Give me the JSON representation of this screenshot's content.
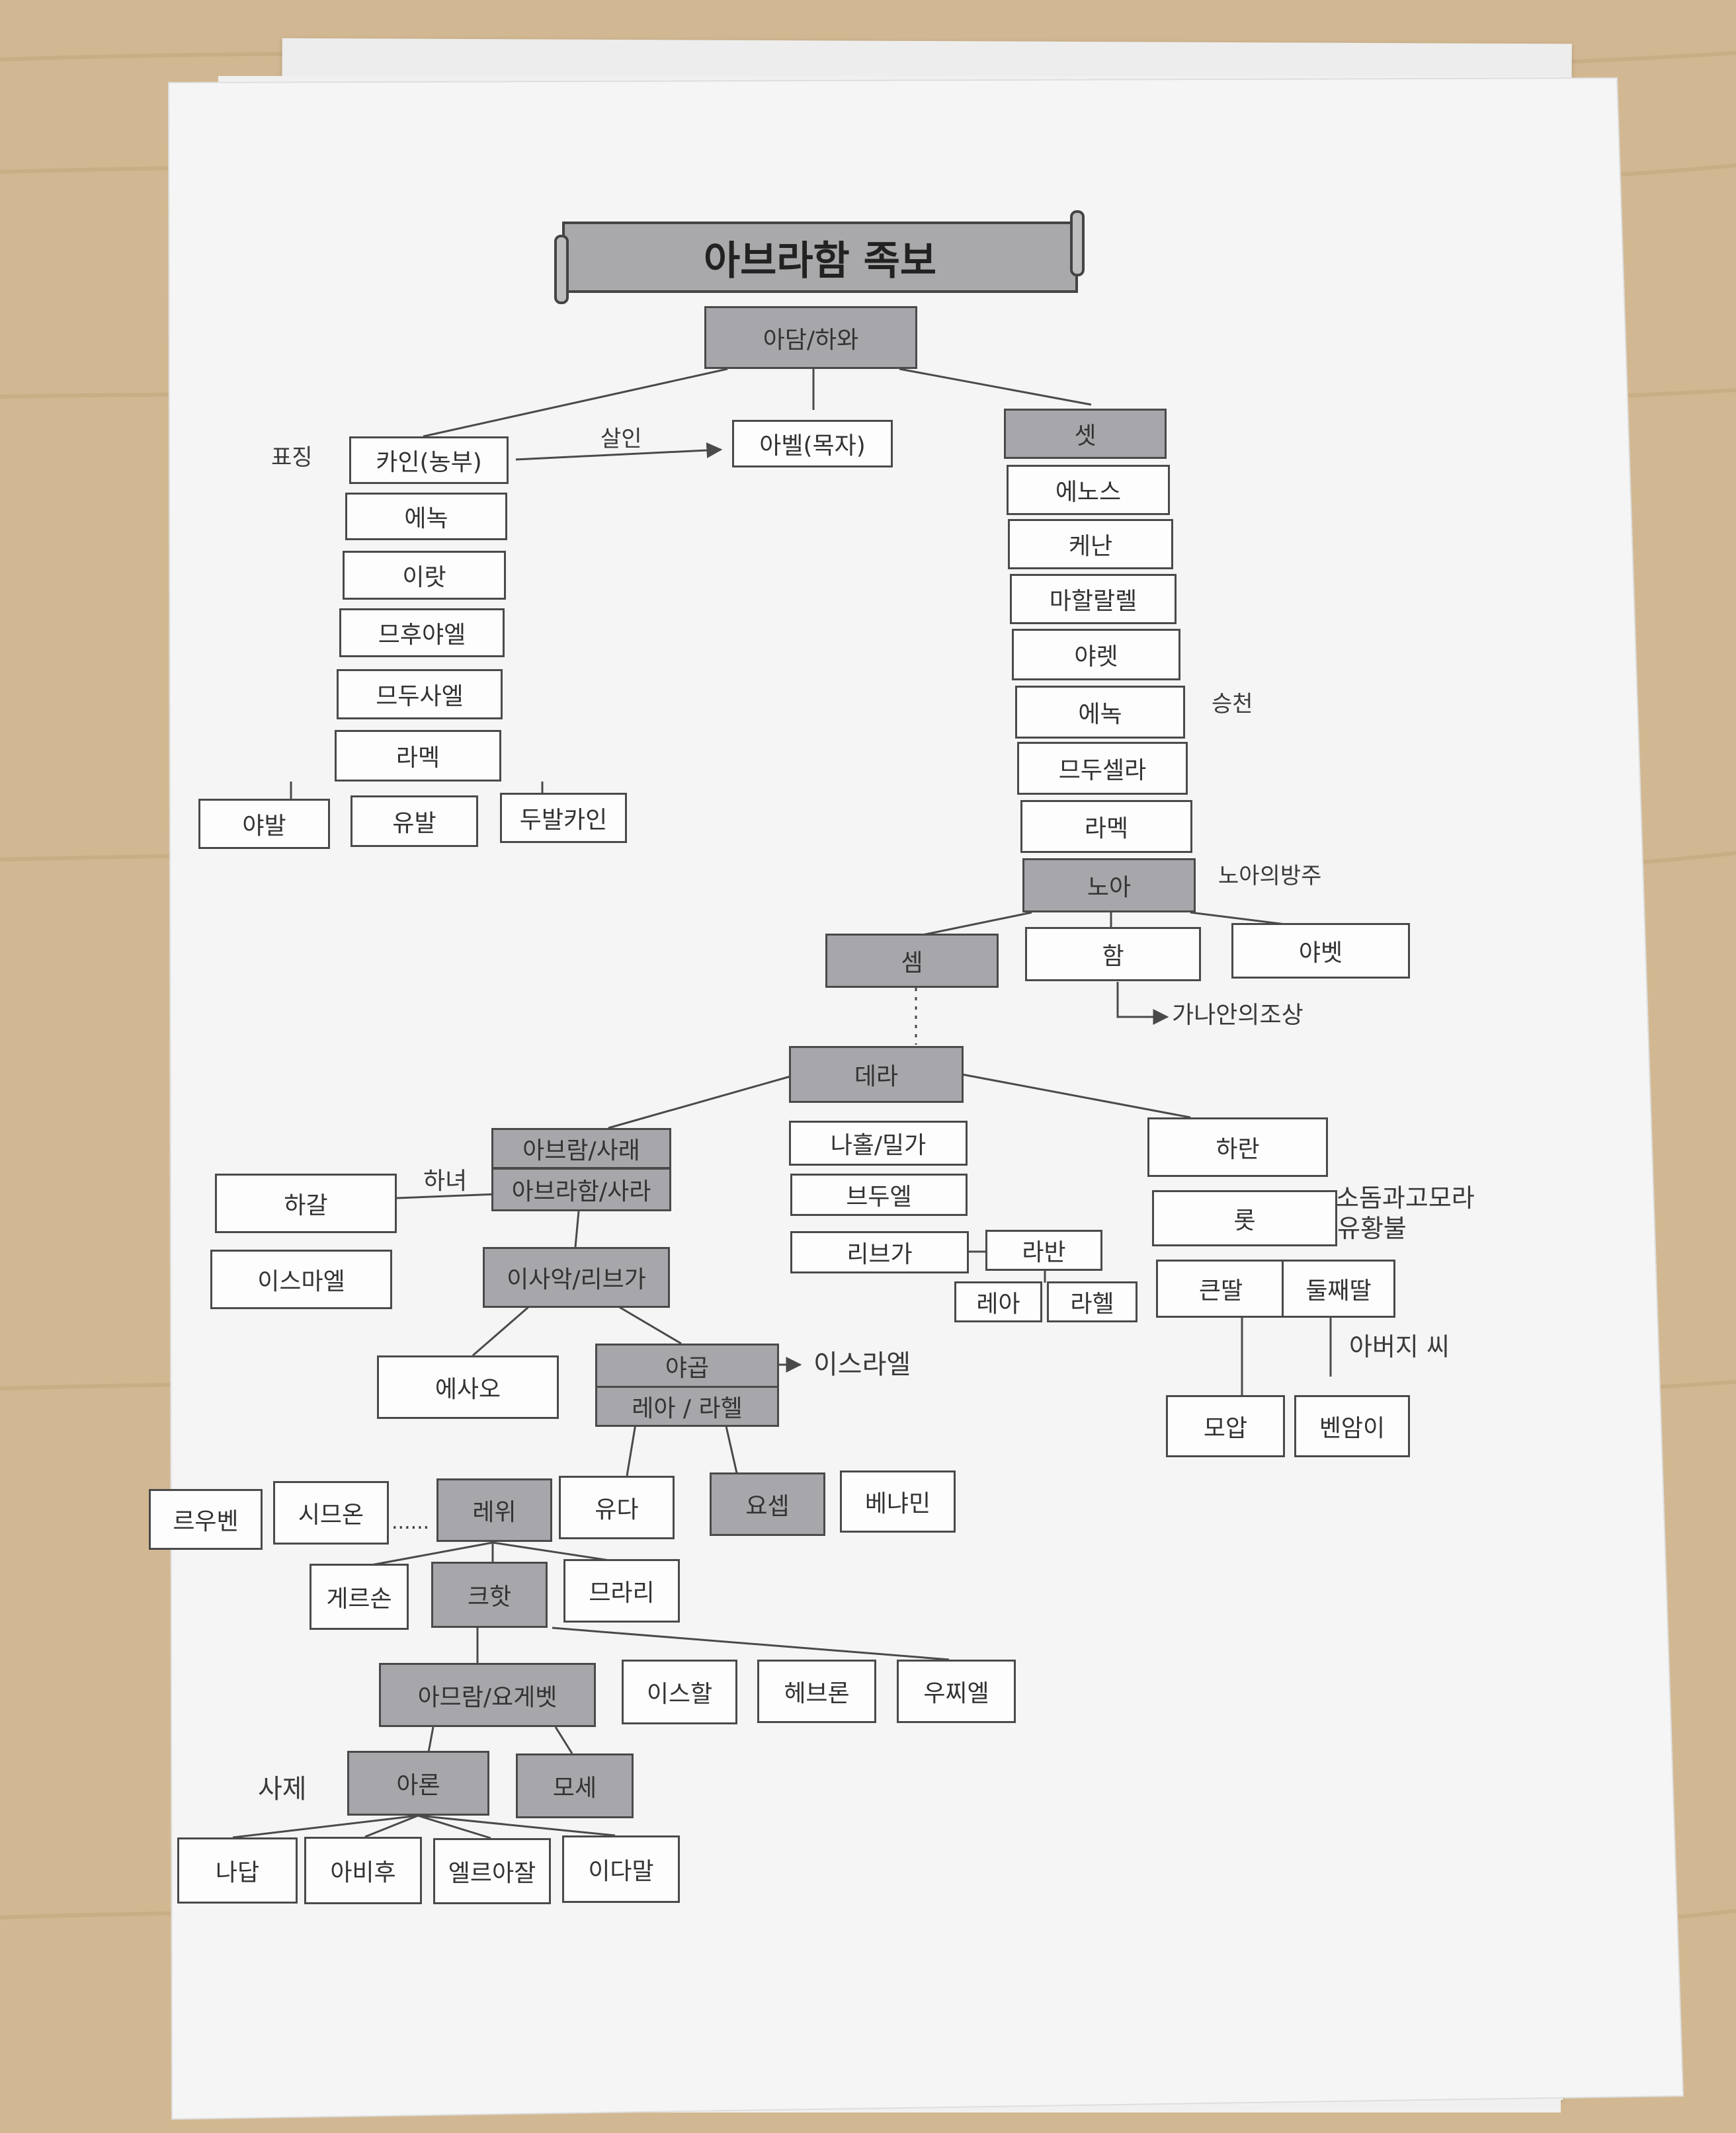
{
  "title": "아브라함 족보",
  "nodes": [
    {
      "id": "adam",
      "text": "아담/하와",
      "shaded": true
    },
    {
      "id": "cain",
      "text": "카인(농부)",
      "shaded": false
    },
    {
      "id": "abel",
      "text": "아벨(목자)",
      "shaded": false
    },
    {
      "id": "seth",
      "text": "셋",
      "shaded": true
    },
    {
      "id": "enoch_c",
      "text": "에녹",
      "shaded": false
    },
    {
      "id": "irad",
      "text": "이랏",
      "shaded": false
    },
    {
      "id": "mehujael",
      "text": "므후야엘",
      "shaded": false
    },
    {
      "id": "methushael",
      "text": "므두사엘",
      "shaded": false
    },
    {
      "id": "lamech_c",
      "text": "라멕",
      "shaded": false
    },
    {
      "id": "jabal",
      "text": "야발",
      "shaded": false
    },
    {
      "id": "jubal",
      "text": "유발",
      "shaded": false
    },
    {
      "id": "tubalcain",
      "text": "두발카인",
      "shaded": false
    },
    {
      "id": "enosh",
      "text": "에노스",
      "shaded": false
    },
    {
      "id": "kenan",
      "text": "케난",
      "shaded": false
    },
    {
      "id": "mahalalel",
      "text": "마할랄렐",
      "shaded": false
    },
    {
      "id": "jared",
      "text": "야렛",
      "shaded": false
    },
    {
      "id": "enoch_s",
      "text": "에녹",
      "shaded": false
    },
    {
      "id": "methuselah",
      "text": "므두셀라",
      "shaded": false
    },
    {
      "id": "lamech_s",
      "text": "라멕",
      "shaded": false
    },
    {
      "id": "noah",
      "text": "노아",
      "shaded": true
    },
    {
      "id": "shem",
      "text": "셈",
      "shaded": true
    },
    {
      "id": "ham",
      "text": "함",
      "shaded": false
    },
    {
      "id": "japheth",
      "text": "야벳",
      "shaded": false
    },
    {
      "id": "terah",
      "text": "데라",
      "shaded": true
    },
    {
      "id": "abram",
      "text": "아브람/사래",
      "shaded": true
    },
    {
      "id": "abraham",
      "text": "아브라함/사라",
      "shaded": true
    },
    {
      "id": "nahor",
      "text": "나홀/밀가",
      "shaded": false
    },
    {
      "id": "haran",
      "text": "하란",
      "shaded": false
    },
    {
      "id": "hagar",
      "text": "하갈",
      "shaded": false
    },
    {
      "id": "ishmael",
      "text": "이스마엘",
      "shaded": false
    },
    {
      "id": "bethuel",
      "text": "브두엘",
      "shaded": false
    },
    {
      "id": "rebekah",
      "text": "리브가",
      "shaded": false
    },
    {
      "id": "laban",
      "text": "라반",
      "shaded": false
    },
    {
      "id": "leah1",
      "text": "레아",
      "shaded": false
    },
    {
      "id": "rachel1",
      "text": "라헬",
      "shaded": false
    },
    {
      "id": "lot",
      "text": "롯",
      "shaded": false
    },
    {
      "id": "elder",
      "text": "큰딸",
      "shaded": false
    },
    {
      "id": "younger",
      "text": "둘째딸",
      "shaded": false
    },
    {
      "id": "isaac",
      "text": "이사악/리브가",
      "shaded": true
    },
    {
      "id": "esau",
      "text": "에사오",
      "shaded": false
    },
    {
      "id": "jacob",
      "text": "야곱",
      "shaded": true
    },
    {
      "id": "jacob_wives",
      "text": "레아 / 라헬",
      "shaded": true
    },
    {
      "id": "moab",
      "text": "모압",
      "shaded": false
    },
    {
      "id": "benammi",
      "text": "벤암이",
      "shaded": false
    },
    {
      "id": "reuben",
      "text": "르우벤",
      "shaded": false
    },
    {
      "id": "simeon",
      "text": "시므온",
      "shaded": false
    },
    {
      "id": "levi",
      "text": "레위",
      "shaded": true
    },
    {
      "id": "judah",
      "text": "유다",
      "shaded": false
    },
    {
      "id": "joseph",
      "text": "요셉",
      "shaded": true
    },
    {
      "id": "benjamin",
      "text": "베냐민",
      "shaded": false
    },
    {
      "id": "gershon",
      "text": "게르손",
      "shaded": false
    },
    {
      "id": "kohath",
      "text": "크핫",
      "shaded": true
    },
    {
      "id": "merari",
      "text": "므라리",
      "shaded": false
    },
    {
      "id": "amram",
      "text": "아므람/요게벳",
      "shaded": true
    },
    {
      "id": "izhar",
      "text": "이스할",
      "shaded": false
    },
    {
      "id": "hebron",
      "text": "헤브론",
      "shaded": false
    },
    {
      "id": "uzziel",
      "text": "우찌엘",
      "shaded": false
    },
    {
      "id": "aaron",
      "text": "아론",
      "shaded": true
    },
    {
      "id": "moses",
      "text": "모세",
      "shaded": true
    },
    {
      "id": "nadab",
      "text": "나답",
      "shaded": false
    },
    {
      "id": "abihu",
      "text": "아비후",
      "shaded": false
    },
    {
      "id": "eleazar",
      "text": "엘르아잘",
      "shaded": false
    },
    {
      "id": "ithamar",
      "text": "이다말",
      "shaded": false
    }
  ],
  "notes": [
    {
      "id": "mark",
      "text": "표징"
    },
    {
      "id": "murder",
      "text": "살인"
    },
    {
      "id": "ascension",
      "text": "승천"
    },
    {
      "id": "ark",
      "text": "노아의방주"
    },
    {
      "id": "canaan",
      "text": "가나안의조상"
    },
    {
      "id": "maid",
      "text": "하녀"
    },
    {
      "id": "sodom1",
      "text": "소돔과고모라"
    },
    {
      "id": "sodom2",
      "text": "유황불"
    },
    {
      "id": "seed",
      "text": "아버지 씨"
    },
    {
      "id": "israel",
      "text": "이스라엘"
    },
    {
      "id": "ellipsis",
      "text": "......"
    },
    {
      "id": "priest",
      "text": "사제"
    }
  ],
  "colors": {
    "shaded_box": "#a7a7ab",
    "box": "#fdfdfd",
    "line": "#4a4a4a",
    "paper": "#f4f4f4",
    "wood": "#cdb38e"
  }
}
